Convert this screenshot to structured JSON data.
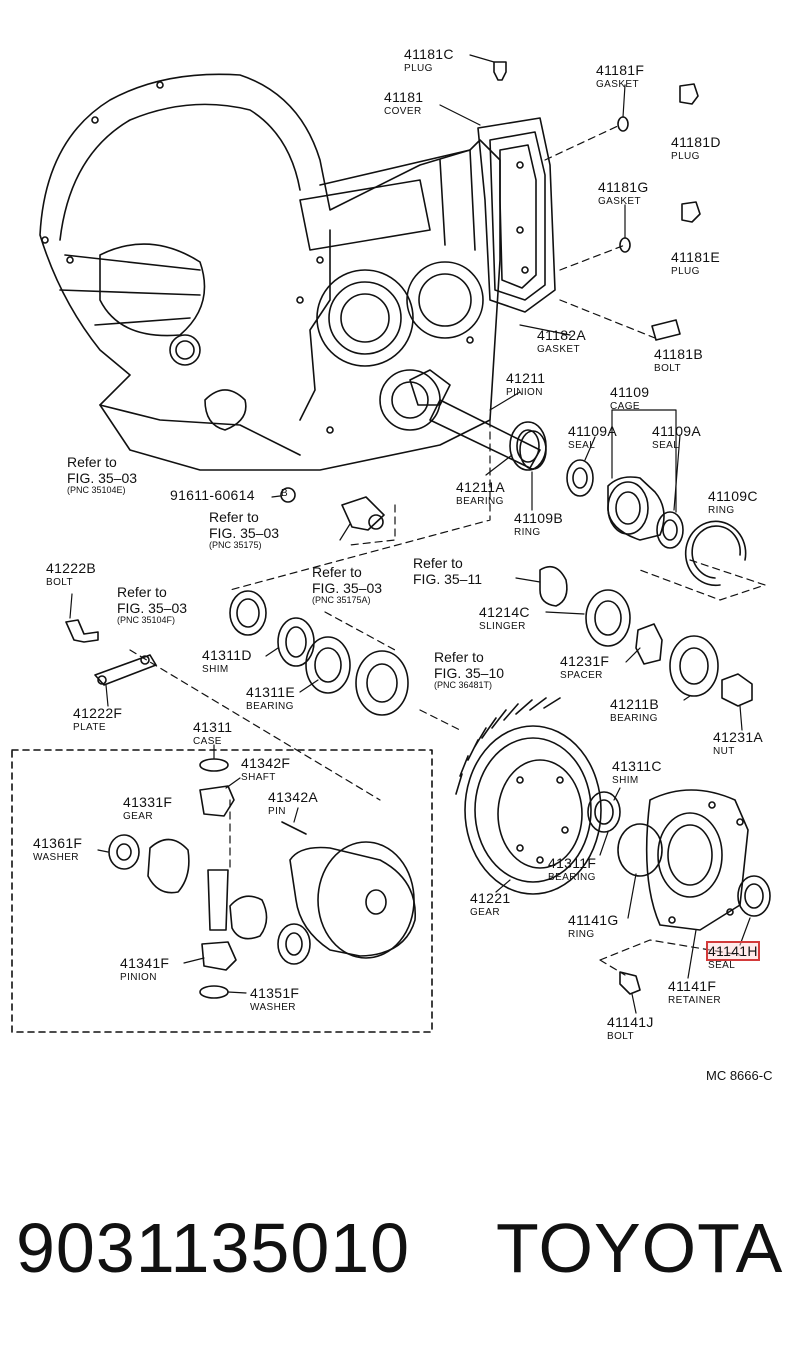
{
  "labels": {
    "c41181C": {
      "num": "41181C",
      "name": "PLUG"
    },
    "c41181": {
      "num": "41181",
      "name": "COVER"
    },
    "c41181F": {
      "num": "41181F",
      "name": "GASKET"
    },
    "c41181D": {
      "num": "41181D",
      "name": "PLUG"
    },
    "c41181G": {
      "num": "41181G",
      "name": "GASKET"
    },
    "c41181E": {
      "num": "41181E",
      "name": "PLUG"
    },
    "c41182A": {
      "num": "41182A",
      "name": "GASKET"
    },
    "c41181B": {
      "num": "41181B",
      "name": "BOLT"
    },
    "c41211": {
      "num": "41211",
      "name": "PINION"
    },
    "c41109": {
      "num": "41109",
      "name": "CAGE"
    },
    "c41109A_l": {
      "num": "41109A",
      "name": "SEAL"
    },
    "c41109A_r": {
      "num": "41109A",
      "name": "SEAL"
    },
    "c41211A": {
      "num": "41211A",
      "name": "BEARING"
    },
    "c41109B": {
      "num": "41109B",
      "name": "RING"
    },
    "c41109C": {
      "num": "41109C",
      "name": "RING"
    },
    "c91611": {
      "num": "91611-60614",
      "name": ""
    },
    "c41222B": {
      "num": "41222B",
      "name": "BOLT"
    },
    "c41214C": {
      "num": "41214C",
      "name": "SLINGER"
    },
    "c41231F": {
      "num": "41231F",
      "name": "SPACER"
    },
    "c41311D": {
      "num": "41311D",
      "name": "SHIM"
    },
    "c41311E": {
      "num": "41311E",
      "name": "BEARING"
    },
    "c41211B": {
      "num": "41211B",
      "name": "BEARING"
    },
    "c41231A": {
      "num": "41231A",
      "name": "NUT"
    },
    "c41222F": {
      "num": "41222F",
      "name": "PLATE"
    },
    "c41311": {
      "num": "41311",
      "name": "CASE"
    },
    "c41342F": {
      "num": "41342F",
      "name": "SHAFT"
    },
    "c41331F": {
      "num": "41331F",
      "name": "GEAR"
    },
    "c41342A": {
      "num": "41342A",
      "name": "PIN"
    },
    "c41361F": {
      "num": "41361F",
      "name": "WASHER"
    },
    "c41341F": {
      "num": "41341F",
      "name": "PINION"
    },
    "c41351F": {
      "num": "41351F",
      "name": "WASHER"
    },
    "c41311C": {
      "num": "41311C",
      "name": "SHIM"
    },
    "c41311F": {
      "num": "41311F",
      "name": "BEARING"
    },
    "c41221": {
      "num": "41221",
      "name": "GEAR"
    },
    "c41141G": {
      "num": "41141G",
      "name": "RING"
    },
    "c41141H": {
      "num": "41141H",
      "name": "SEAL"
    },
    "c41141F": {
      "num": "41141F",
      "name": "RETAINER"
    },
    "c41141J": {
      "num": "41141J",
      "name": "BOLT"
    }
  },
  "refs": {
    "r1": {
      "text": "Refer to",
      "fig": "FIG. 35–03",
      "pnc": "(PNC 35104E)"
    },
    "r2": {
      "text": "Refer to",
      "fig": "FIG. 35–03",
      "pnc": "(PNC 35175)"
    },
    "r3": {
      "text": "Refer to",
      "fig": "FIG. 35–03",
      "pnc": "(PNC 35175A)"
    },
    "r4": {
      "text": "Refer to",
      "fig": "FIG. 35–11",
      "pnc": ""
    },
    "r5": {
      "text": "Refer to",
      "fig": "FIG. 35–03",
      "pnc": "(PNC 35104F)"
    },
    "r6": {
      "text": "Refer to",
      "fig": "FIG. 35–10",
      "pnc": "(PNC 36481T)"
    }
  },
  "bolt_marker": "B",
  "drawing_code": "MC 8666-C",
  "footer": {
    "part_number": "9031135010",
    "brand": "TOYOTA"
  },
  "colors": {
    "line": "#111111",
    "highlight": "#d33a3a"
  }
}
